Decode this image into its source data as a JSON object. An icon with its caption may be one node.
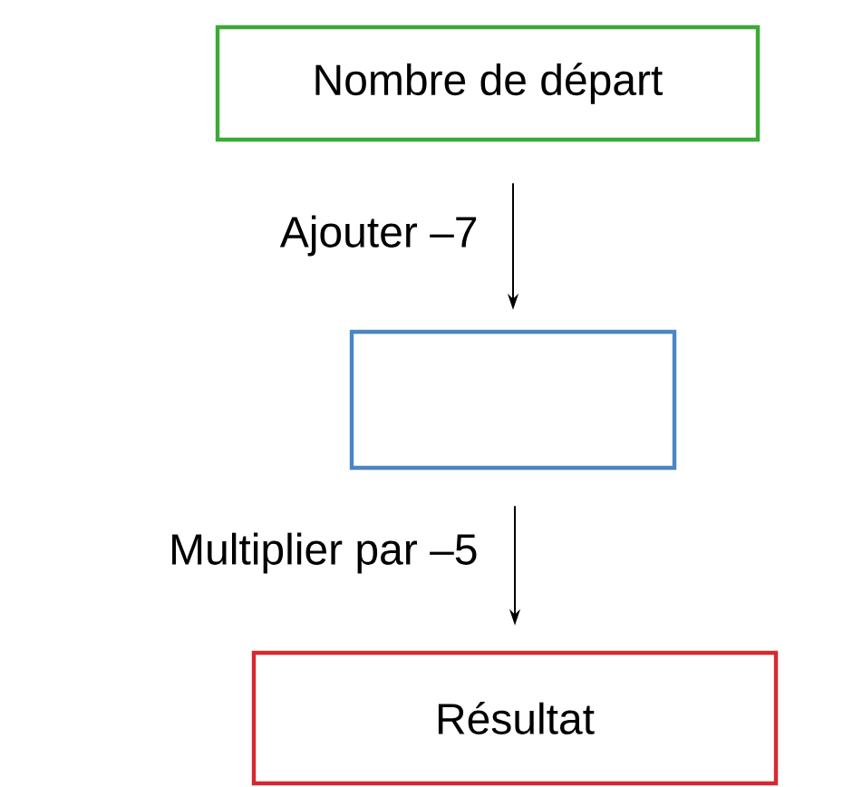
{
  "diagram": {
    "nodes": [
      {
        "text": [
          "Nombre de départ"
        ]
      },
      {
        "text": [],
        "shape": "box"
      },
      {
        "text": [
          "Résultat"
        ]
      }
    ],
    "edges": [
      {
        "from": 0,
        "to": 1,
        "arrow": "to",
        "label": "Ajouter –7"
      },
      {
        "from": 1,
        "to": 2,
        "arrow": "to",
        "label": "Multiplier par –5"
      }
    ]
  }
}
